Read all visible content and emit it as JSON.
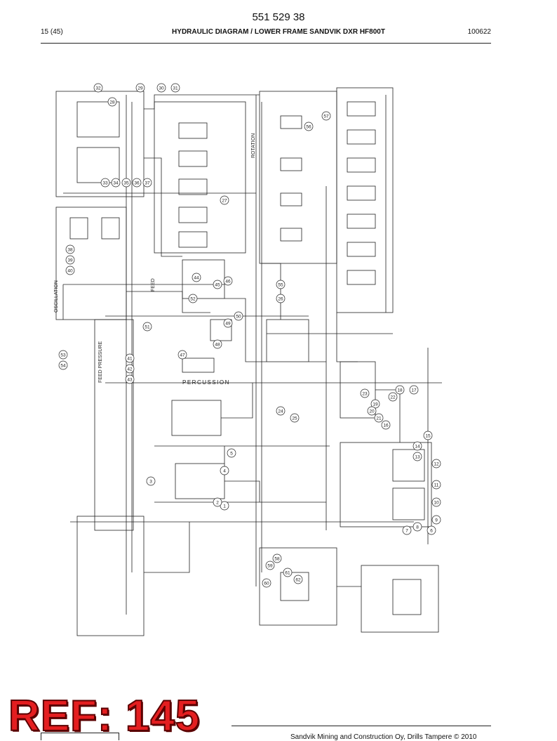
{
  "header": {
    "doc_number": "551 529 38",
    "page_index": "15 (45)",
    "title": "HYDRAULIC DIAGRAM / LOWER FRAME SANDVIK DXR HF800T",
    "date": "100622"
  },
  "diagram": {
    "labels": {
      "percussion": "PERCUSSION",
      "feed": "FEED",
      "oscillation": "OSCILLATION",
      "feed_pressure": "FEED PRESSURE",
      "rotation": "ROTATION"
    },
    "callouts": [
      "1",
      "2",
      "3",
      "4",
      "5",
      "6",
      "7",
      "8",
      "9",
      "10",
      "11",
      "12",
      "13",
      "14",
      "15",
      "16",
      "17",
      "18",
      "19",
      "20",
      "21",
      "22",
      "23",
      "24",
      "25",
      "26",
      "27",
      "28",
      "29",
      "30",
      "31",
      "32",
      "33",
      "34",
      "35",
      "36",
      "37",
      "38",
      "39",
      "40",
      "41",
      "42",
      "43",
      "44",
      "45",
      "46",
      "47",
      "48",
      "49",
      "50",
      "51",
      "52",
      "53",
      "54",
      "55",
      "56",
      "57",
      "58",
      "59",
      "60",
      "61",
      "62"
    ]
  },
  "footer": {
    "ref_badge": "REF: 145",
    "company": "Sandvik Mining and Construction Oy, Drills Tampere © 2010"
  }
}
